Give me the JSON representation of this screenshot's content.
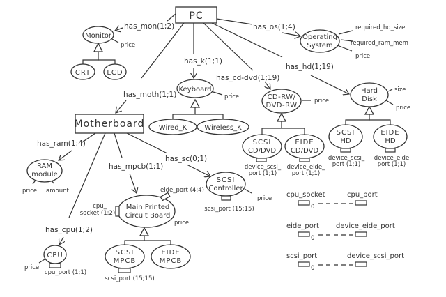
{
  "entities": {
    "pc": "PC",
    "motherboard": "Motherboard",
    "monitor": "Monitor",
    "crt": "CRT",
    "lcd": "LCD",
    "keyboard": "Keyboard",
    "wired_k": "Wired_K",
    "wireless_k": "Wireless_K",
    "os": [
      "Operating",
      "System"
    ],
    "cdrw": [
      "CD-RW/",
      "DVD-RW"
    ],
    "scsi_cd": [
      "SCSI",
      "CD/DVD"
    ],
    "eide_cd": [
      "EIDE",
      "CD/DVD"
    ],
    "hard_disk": [
      "Hard",
      "Disk"
    ],
    "scsi_hd": [
      "SCSI",
      "HD"
    ],
    "eide_hd": [
      "EIDE",
      "HD"
    ],
    "ram": [
      "RAM",
      "module"
    ],
    "mpcb": [
      "Main Printed",
      "Circuit Board"
    ],
    "scsi_mpcb": [
      "SCSI",
      "MPCB"
    ],
    "eide_mpcb": [
      "EIDE",
      "MPCB"
    ],
    "scsi_ctrl": [
      "SCSI",
      "Controller"
    ],
    "cpu": "CPU"
  },
  "relations": {
    "has_mon": "has_mon(1;2)",
    "has_os": "has_os(1;4)",
    "has_k": "has_k(1;1)",
    "has_cd_dvd": "has_cd-dvd(1;19)",
    "has_hd": "has_hd(1;19)",
    "has_moth": "has_moth(1;1)",
    "has_ram": "has_ram(1;4)",
    "has_mpcb": "has_mpcb(1;1)",
    "has_sc": "has_sc(0;1)",
    "has_cpu": "has_cpu(1;2)"
  },
  "attributes": {
    "monitor_price": "price",
    "os_hd_size": "required_hd_size",
    "os_ram_mem": "required_ram_mem",
    "os_price": "price",
    "keyboard_price": "price",
    "cdrw_price": "price",
    "hd_size": "size",
    "hd_price": "price",
    "ram_price": "price",
    "ram_amount": "amount",
    "mpcb_price": "price",
    "scsi_ctrl_price": "price",
    "cpu_price": "price"
  },
  "ports": {
    "scsi_cd_port": [
      "device_scsi_",
      "port (1;1)"
    ],
    "eide_cd_port": [
      "device_eide_",
      "port (1;1)"
    ],
    "scsi_hd_port": [
      "device_scsi_",
      "port (1;1)"
    ],
    "eide_hd_port": [
      "device_eide",
      "port (1;1)"
    ],
    "mpcb_eide": "eide_port (4;4)",
    "mpcb_cpu": [
      "cpu_",
      "socket (1;2)"
    ],
    "scsi_ctrl_port": "scsi_port (15;15)",
    "scsi_mpcb_port": "scsi_port (15;15)",
    "cpu_port": "cpu_port (1;1)"
  },
  "legend": [
    {
      "left": "cpu_socket",
      "right": "cpu_port",
      "zero": "0"
    },
    {
      "left": "eide_port",
      "right": "device_eide_port",
      "zero": "0"
    },
    {
      "left": "scsi_port",
      "right": "device_scsi_port",
      "zero": "0"
    }
  ]
}
